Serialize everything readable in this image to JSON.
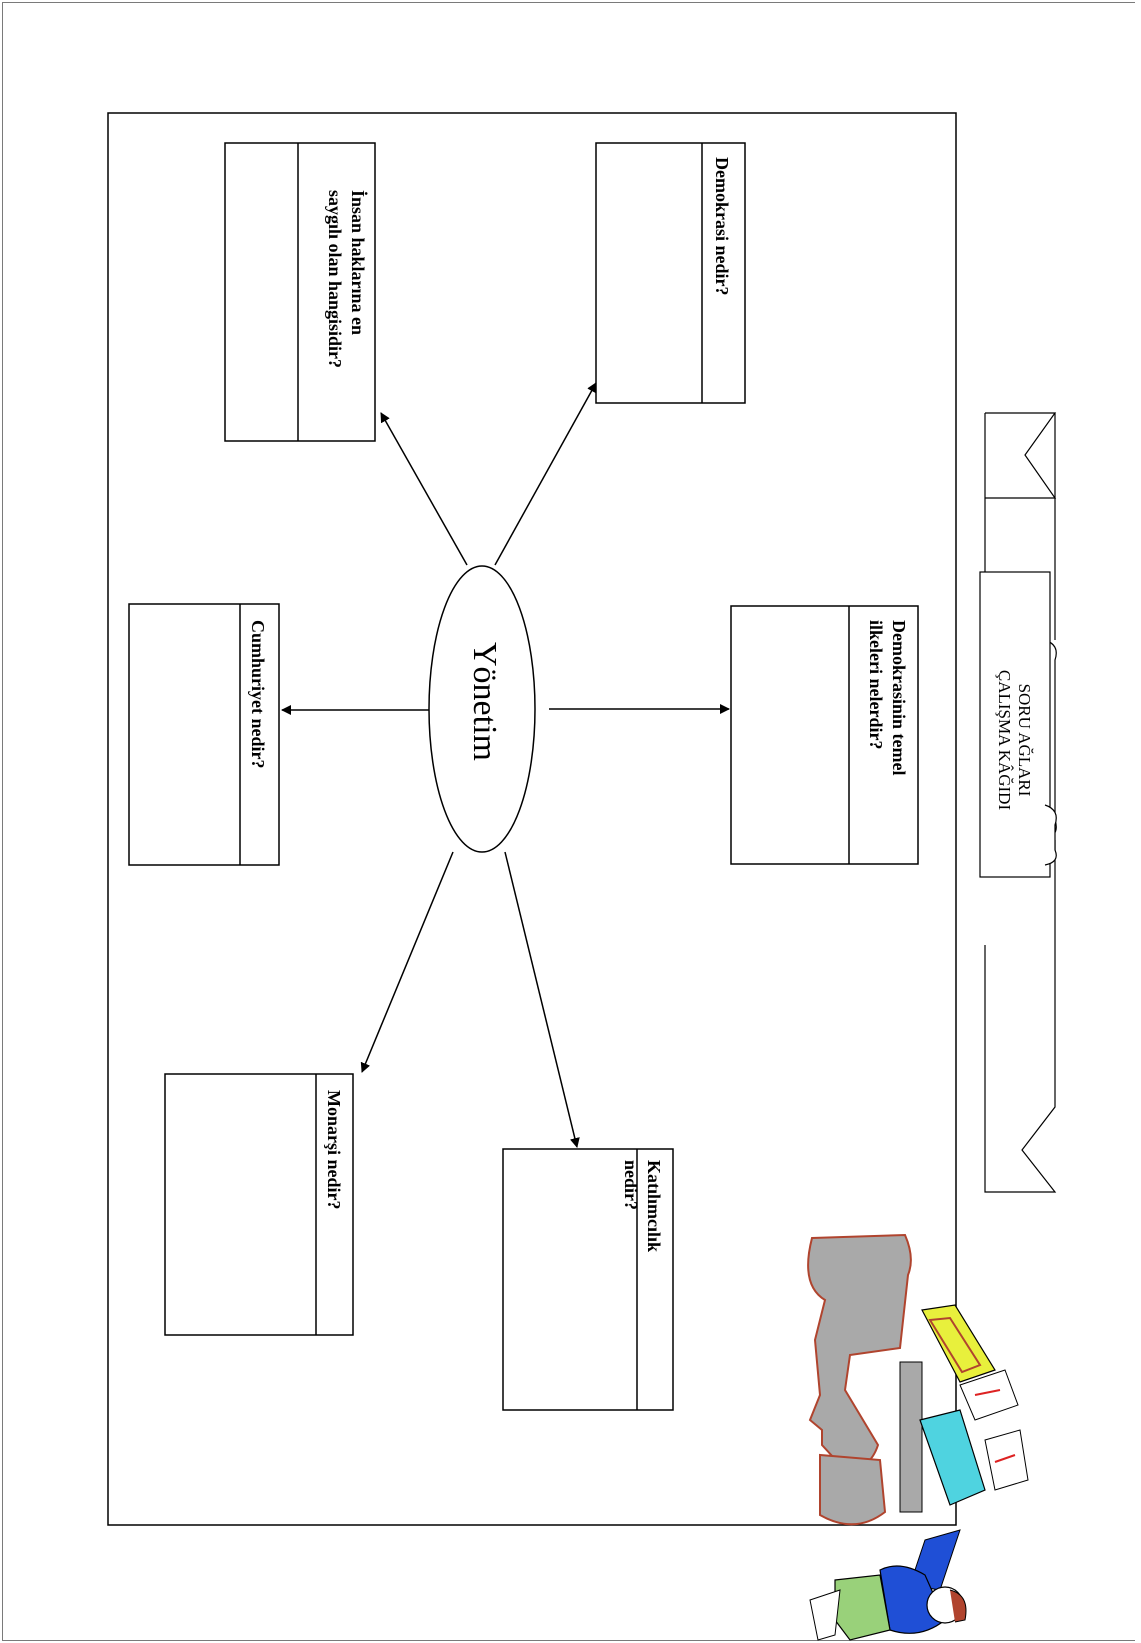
{
  "banner": {
    "line1": "SORU AĞLARI",
    "line2": "ÇALIŞMA KÂĞIDI"
  },
  "hub": {
    "label": "Yönetim"
  },
  "questions": [
    {
      "line1": "Demokrasi nedir?",
      "line2": ""
    },
    {
      "line1": "İnsan haklarına en",
      "line2": "saygılı olan hangisidir?"
    },
    {
      "line1": "Demokrasinin temel",
      "line2": "ilkeleri nelerdir?"
    },
    {
      "line1": "Cumhuriyet nedir?",
      "line2": ""
    },
    {
      "line1": "Katılımcılık",
      "line2": "nedir?"
    },
    {
      "line1": "Monarşi nedir?",
      "line2": ""
    }
  ],
  "colors": {
    "line": "#000000",
    "page_border": "#7a7a7a",
    "clipart_outline": "#b0442e",
    "clipart_gray": "#a9a9a9",
    "clipart_blue": "#1f4fd6",
    "clipart_green": "#99d17a",
    "clipart_yellow": "#e8f03c",
    "clipart_cyan": "#4fd3e0"
  },
  "icons": {
    "clipart": "signpost-with-person-icon",
    "banner": "ribbon-banner-icon"
  }
}
